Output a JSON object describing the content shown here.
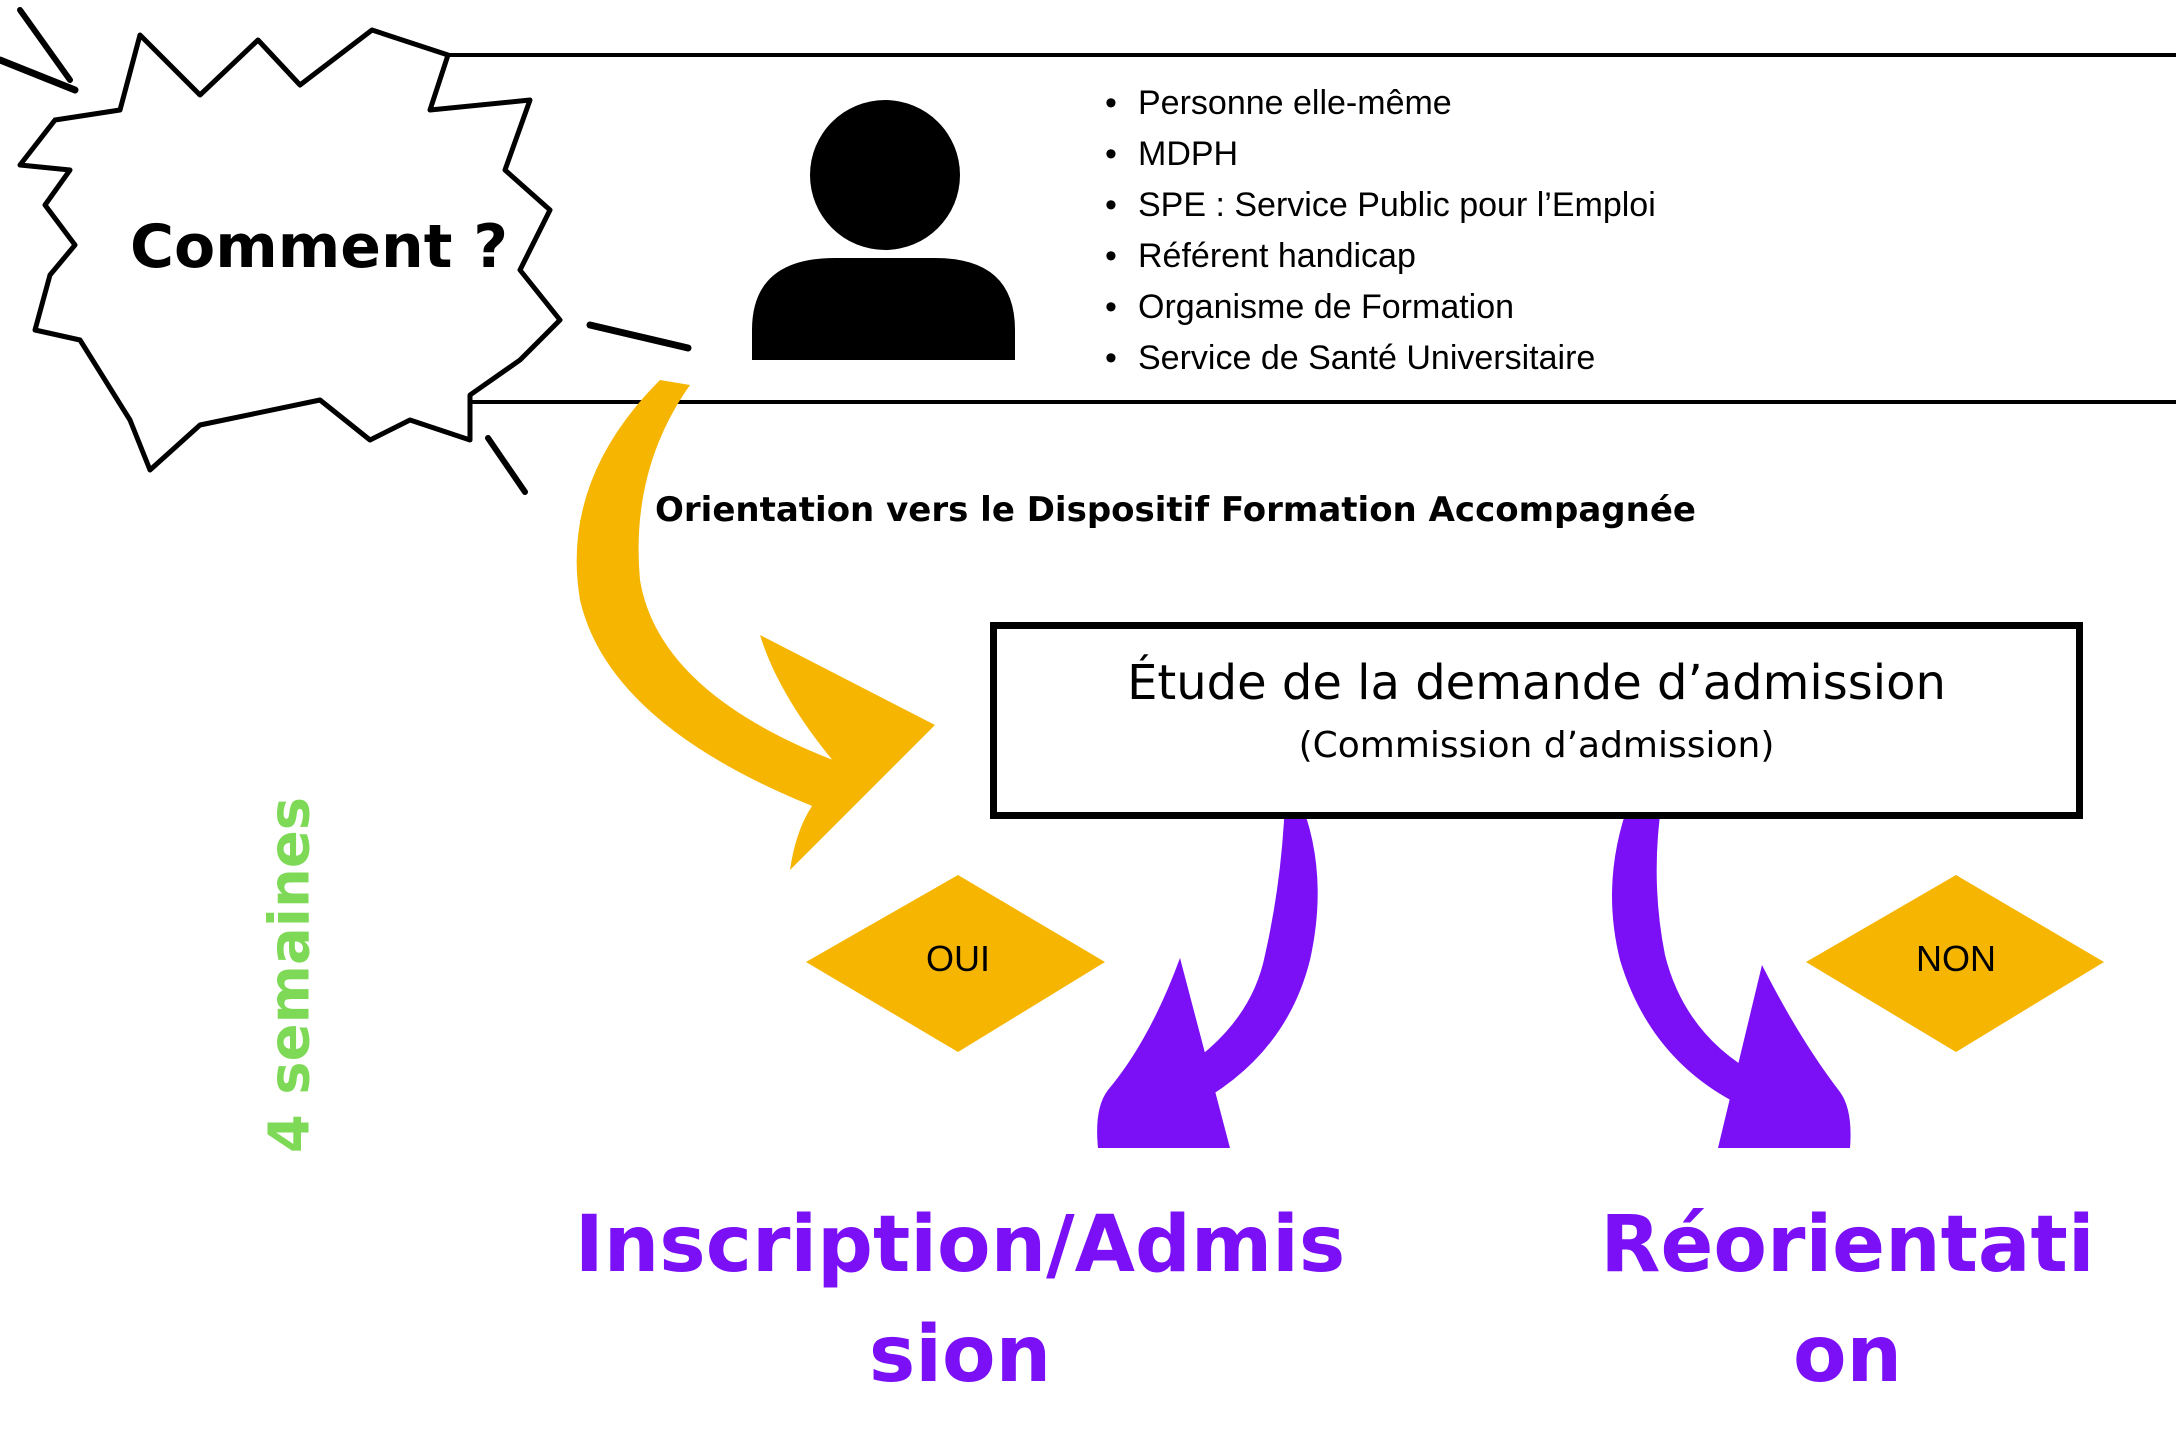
{
  "burst": {
    "label": "Comment ?"
  },
  "who": {
    "items": [
      "Personne elle-même",
      "MDPH",
      "SPE : Service Public pour l’Emploi",
      "Référent handicap",
      "Organisme de Formation",
      "Service de Santé Universitaire"
    ]
  },
  "orientation": {
    "label": "Orientation vers le Dispositif Formation Accompagnée"
  },
  "study": {
    "title": "Étude de la demande d’admission",
    "subtitle": "(Commission d’admission)"
  },
  "decisions": {
    "yes": "OUI",
    "no": "NON"
  },
  "duration": {
    "label": "4 semaines"
  },
  "outcomes": {
    "yes": "Inscription/Admission",
    "no": "Réorientation"
  },
  "colors": {
    "yellow_arrow": "#f6b500",
    "diamond": "#f6b500",
    "purple": "#7b10f7",
    "green": "#7ed957",
    "black": "#000000"
  },
  "icons": {
    "person": "person-silhouette-icon",
    "burst": "speech-burst-shape",
    "arrows": [
      "curved-arrow-yellow",
      "curved-arrow-purple-left",
      "curved-arrow-purple-right"
    ]
  }
}
